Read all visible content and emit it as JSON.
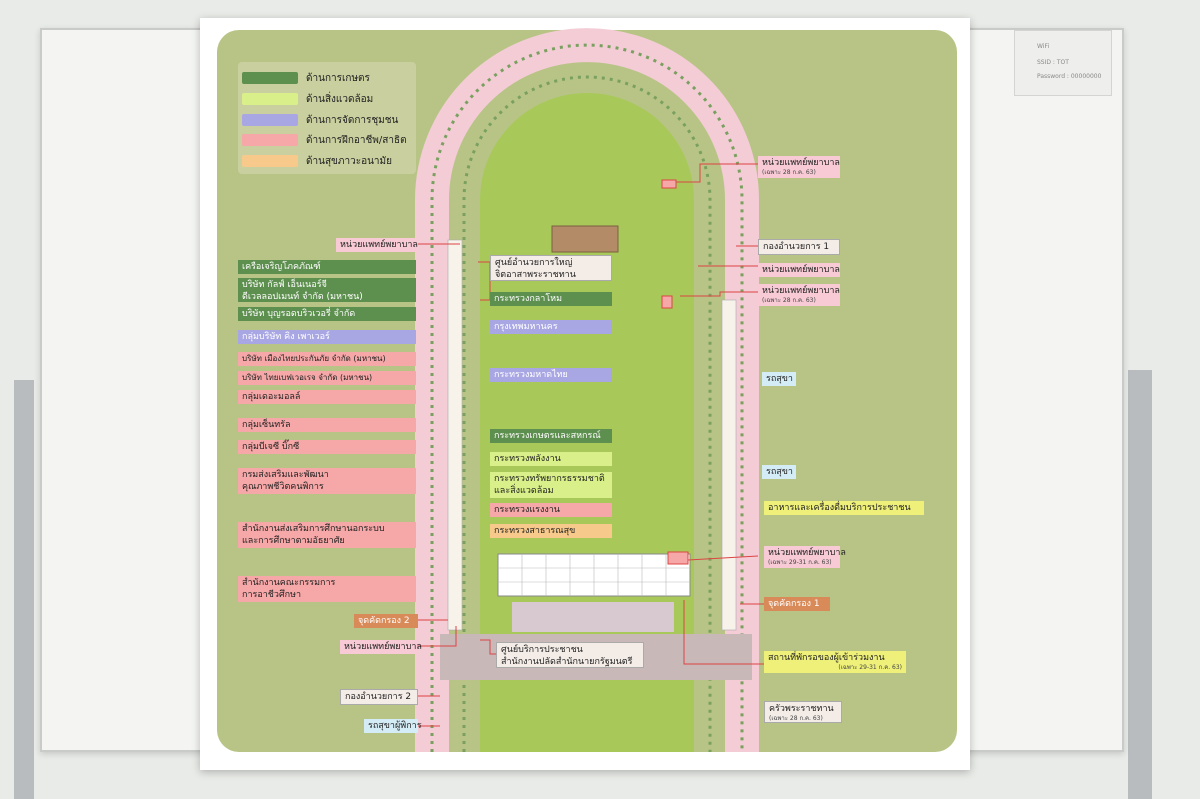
{
  "wifi_note": {
    "line1": "WiFi",
    "line2": "SSID : TOT",
    "line3": "Password : 00000000"
  },
  "legend": [
    {
      "label": "ด้านการเกษตร",
      "color": "#5d8f4e"
    },
    {
      "label": "ด้านสิ่งแวดล้อม",
      "color": "#d9f08a"
    },
    {
      "label": "ด้านการจัดการชุมชน",
      "color": "#a9a6e4"
    },
    {
      "label": "ด้านการฝึกอาชีพ/สาธิต",
      "color": "#f6a7a7"
    },
    {
      "label": "ด้านสุขภาวะอนามัย",
      "color": "#f7c98a"
    }
  ],
  "left_labels": {
    "medical1": "หน่วยแพทย์พยาบาล",
    "charoen": "เครือเจริญโภคภัณฑ์",
    "gulf1": "บริษัท กัลฟ์ เอ็นเนอร์จี",
    "gulf2": "ดีเวลลอปเมนท์ จำกัด (มหาชน)",
    "boonrod": "บริษัท บุญรอดบริวเวอรี่ จำกัด",
    "king": "กลุ่มบริษัท คิง เพาเวอร์",
    "muangthai": "บริษัท เมืองไทยประกันภัย จำกัด (มหาชน)",
    "thaibev": "บริษัท ไทยเบฟเวอเรจ จำกัด (มหาชน)",
    "themall": "กลุ่มเดอะมอลล์",
    "central": "กลุ่มเซ็นทรัล",
    "bj": "กลุ่มบีเจซี บิ๊กซี",
    "dep1": "กรมส่งเสริมและพัฒนา",
    "dep2": "คุณภาพชีวิตคนพิการ",
    "nfe1": "สำนักงานส่งเสริมการศึกษานอกระบบ",
    "nfe2": "และการศึกษาตามอัธยาศัย",
    "voc1": "สำนักงานคณะกรรมการ",
    "voc2": "การอาชีวศึกษา",
    "checkpoint2": "จุดคัดกรอง 2",
    "medical2": "หน่วยแพทย์พยาบาล",
    "hq2": "กองอำนวยการ 2",
    "wheelchair": "รถสุขาผู้พิการ"
  },
  "center_labels": {
    "hq_main1": "ศูนย์อำนวยการใหญ่",
    "hq_main2": "จิตอาสาพระราชทาน",
    "defense": "กระทรวงกลาโหม",
    "bangkok": "กรุงเทพมหานคร",
    "interior": "กระทรวงมหาดไทย",
    "agri": "กระทรวงเกษตรและสหกรณ์",
    "energy": "กระทรวงพลังงาน",
    "natres1": "กระทรวงทรัพยากรธรรมชาติ",
    "natres2": "และสิ่งแวดล้อม",
    "labour": "กระทรวงแรงงาน",
    "health": "กระทรวงสาธารณสุข",
    "service1": "ศูนย์บริการประชาชน",
    "service2": "สำนักงานปลัดสำนักนายกรัฐมนตรี"
  },
  "right_labels": {
    "medical_top": "หน่วยแพทย์พยาบาล",
    "medical_top_date": "(เฉพาะ 28 ก.ค. 63)",
    "hq1": "กองอำนวยการ 1",
    "medical_mid": "หน่วยแพทย์พยาบาล",
    "medical_mid2": "หน่วยแพทย์พยาบาล",
    "medical_mid2_date": "(เฉพาะ 28 ก.ค. 63)",
    "toilet1": "รถสุขา",
    "toilet2": "รถสุขา",
    "food": "อาหารและเครื่องดื่มบริการประชาชน",
    "medical_low": "หน่วยแพทย์พยาบาล",
    "medical_low_date": "(เฉพาะ 29-31 ก.ค. 63)",
    "checkpoint1": "จุดคัดกรอง 1",
    "rest": "สถานที่พักรอของผู้เข้าร่วมงาน",
    "rest_date": "(เฉพาะ 29-31 ก.ค. 63)",
    "kitchen": "ครัวพระราชทาน",
    "kitchen_date": "(เฉพาะ 28 ก.ค. 63)"
  }
}
